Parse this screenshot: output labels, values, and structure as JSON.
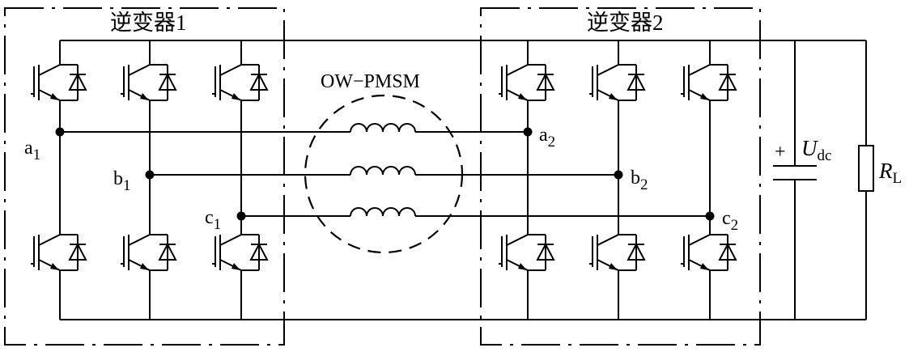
{
  "labels": {
    "inverter1_title": "逆变器1",
    "inverter2_title": "逆变器2",
    "motor": "OW−PMSM",
    "a1": {
      "base": "a",
      "sub": "1"
    },
    "b1": {
      "base": "b",
      "sub": "1"
    },
    "c1": {
      "base": "c",
      "sub": "1"
    },
    "a2": {
      "base": "a",
      "sub": "2"
    },
    "b2": {
      "base": "b",
      "sub": "2"
    },
    "c2": {
      "base": "c",
      "sub": "2"
    },
    "capacitor": {
      "base": "U",
      "sub": "dc"
    },
    "capacitor_polarity": "+",
    "resistor": {
      "base": "R",
      "sub": "L"
    }
  }
}
